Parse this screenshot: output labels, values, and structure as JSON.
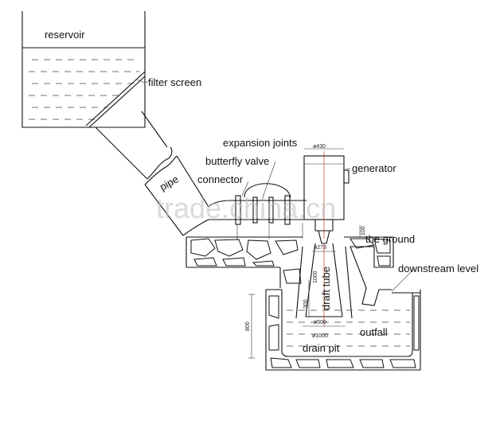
{
  "labels": {
    "reservoir": "reservoir",
    "filter_screen": "filter screen",
    "expansion_joints": "expansion joints",
    "butterfly_valve": "butterfly valve",
    "connector": "connector",
    "generator": "generator",
    "the_ground": "the ground",
    "downstream_level": "downstream level",
    "draft_tube": "draft tube",
    "outfall": "outfall",
    "drain_pit": "drain pit",
    "pipe": "pipe"
  },
  "dimensions": {
    "d430": "ø430",
    "h100": "100",
    "d273": "ø273",
    "h1000": "1000",
    "h300": "300",
    "d500": "ø500",
    "d1000": "ø1000",
    "h800": "800"
  },
  "watermark": "trade.china.cn"
}
